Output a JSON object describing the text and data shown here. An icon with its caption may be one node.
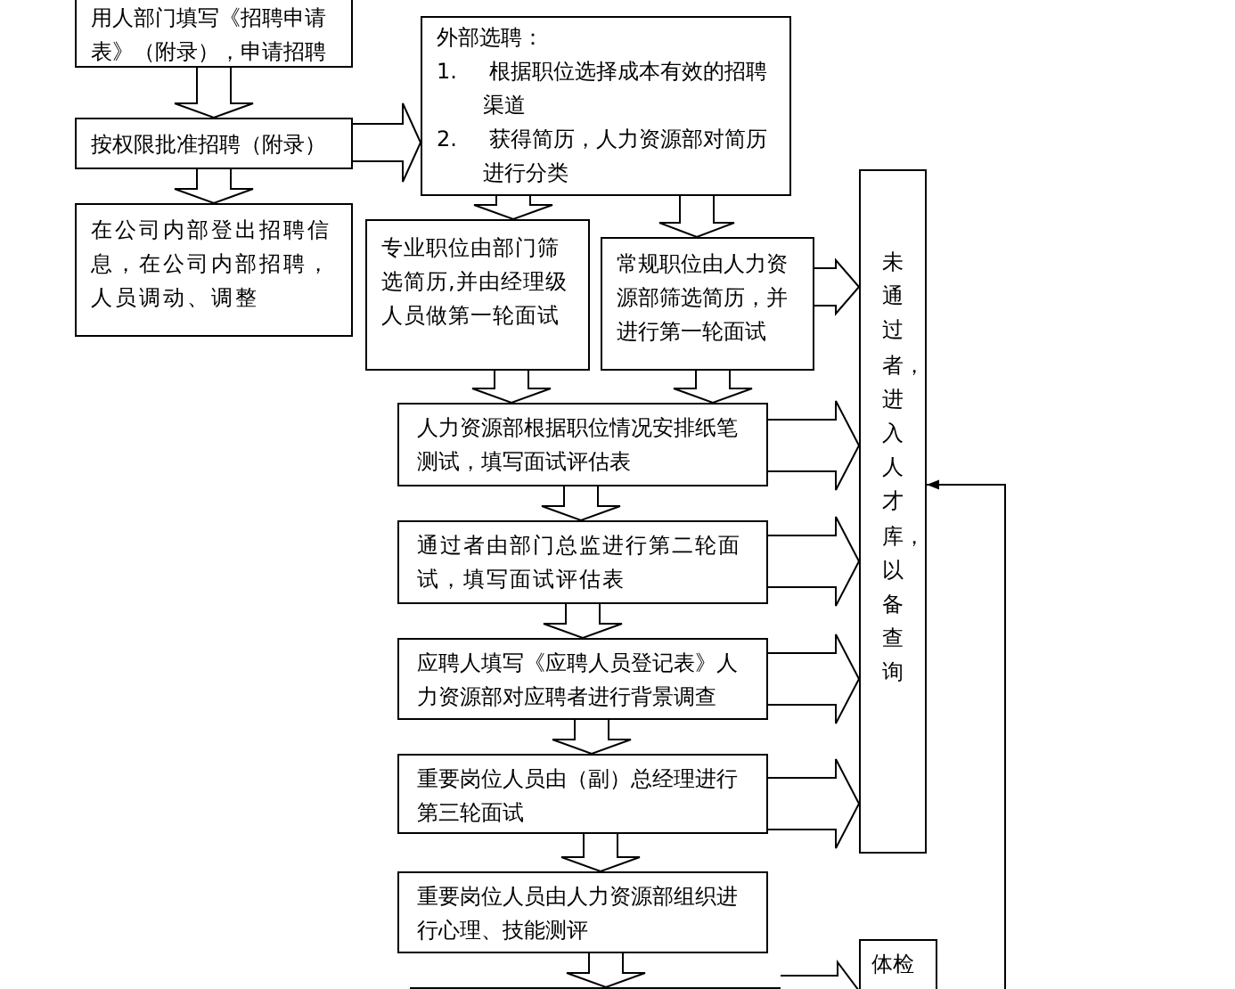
{
  "diagram": {
    "nodes": [
      {
        "text": [
          "用人部门填写《招聘申请表》（附录），申请招聘"
        ]
      },
      {
        "text": [
          "按权限批准招聘（附录）"
        ]
      },
      {
        "text": [
          "在公司内部登出招聘信息，在公司内部招聘，人员调动、调整"
        ]
      },
      {
        "text": [
          "外部选聘：",
          "1. 根据职位选择成本有效的招聘渠道",
          "2. 获得简历，人力资源部对简历进行分类"
        ]
      },
      {
        "text": [
          "专业职位由部门筛选简历,并由经理级人员做第一轮面试"
        ]
      },
      {
        "text": [
          "常规职位由人力资源部筛选简历，并进行第一轮面试"
        ]
      },
      {
        "text": [
          "未通过者，进入人才库，以备查询"
        ]
      },
      {
        "text": [
          "人力资源部根据职位情况安排纸笔测试，填写面试评估表"
        ]
      },
      {
        "text": [
          "通过者由部门总监进行第二轮面试，填写面试评估表"
        ]
      },
      {
        "text": [
          "应聘人填写《应聘人员登记表》人力资源部对应聘者进行背景调查"
        ]
      },
      {
        "text": [
          "重要岗位人员由（副）总经理进行第三轮面试"
        ]
      },
      {
        "text": [
          "重要岗位人员由人力资源部组织进行心理、技能测评"
        ]
      },
      {
        "text": [],
        "shape": "box"
      },
      {
        "text": [
          "体检"
        ]
      }
    ],
    "edges": [
      {
        "from": 0,
        "to": 1,
        "arrow": "to"
      },
      {
        "from": 1,
        "to": 2,
        "arrow": "to"
      },
      {
        "from": 1,
        "to": 3,
        "arrow": "to"
      },
      {
        "from": 3,
        "to": 4,
        "arrow": "to"
      },
      {
        "from": 3,
        "to": 5,
        "arrow": "to"
      },
      {
        "from": 5,
        "to": 6,
        "arrow": "to"
      },
      {
        "from": 4,
        "to": 7,
        "arrow": "to"
      },
      {
        "from": 5,
        "to": 7,
        "arrow": "to"
      },
      {
        "from": 7,
        "to": 6,
        "arrow": "to"
      },
      {
        "from": 7,
        "to": 8,
        "arrow": "to"
      },
      {
        "from": 8,
        "to": 6,
        "arrow": "to"
      },
      {
        "from": 8,
        "to": 9,
        "arrow": "to"
      },
      {
        "from": 9,
        "to": 6,
        "arrow": "to"
      },
      {
        "from": 9,
        "to": 10,
        "arrow": "to"
      },
      {
        "from": 10,
        "to": 6,
        "arrow": "to"
      },
      {
        "from": 10,
        "to": 11,
        "arrow": "to"
      },
      {
        "from": 11,
        "to": 12,
        "arrow": "to"
      },
      {
        "from": 12,
        "to": 13,
        "arrow": "to"
      },
      {
        "from": null,
        "to": 6,
        "arrow": "to"
      }
    ]
  }
}
